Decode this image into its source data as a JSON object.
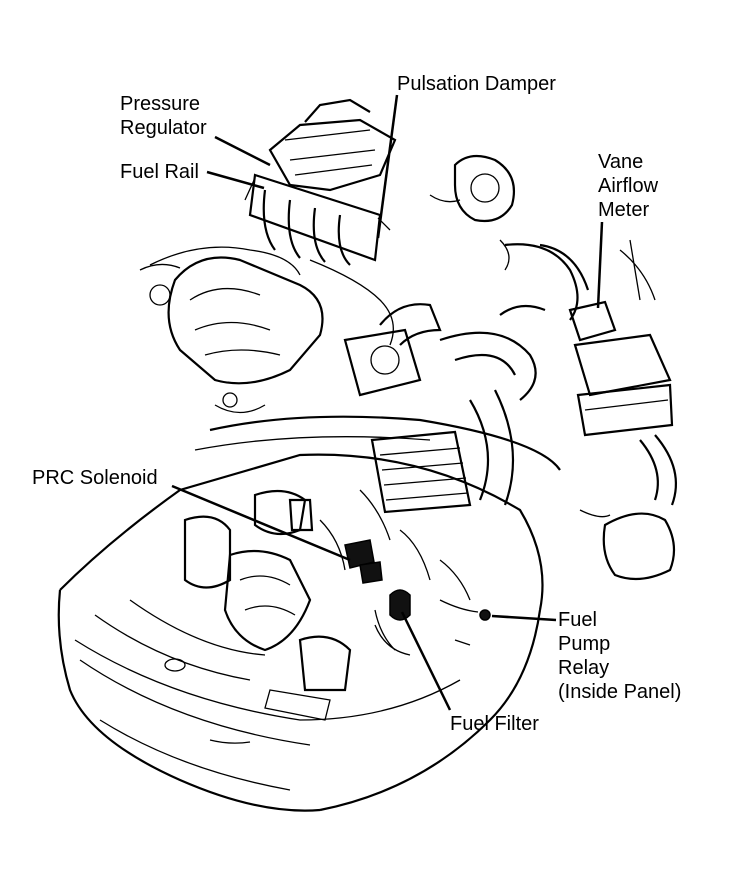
{
  "labels": {
    "pulsation_damper": "Pulsation Damper",
    "pressure_regulator": "Pressure\nRegulator",
    "fuel_rail": "Fuel Rail",
    "vane_airflow_meter": "Vane\nAirflow\nMeter",
    "prc_solenoid": "PRC Solenoid",
    "fuel_pump_relay": "Fuel\nPump\nRelay\n(Inside Panel)",
    "fuel_filter": "Fuel Filter"
  }
}
